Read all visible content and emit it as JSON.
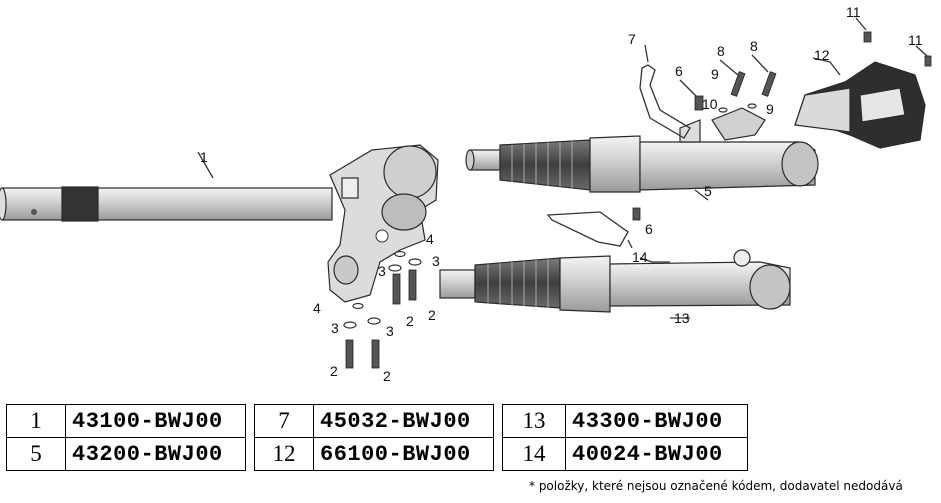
{
  "callouts": {
    "c1": "1",
    "c2a": "2",
    "c2b": "2",
    "c2c": "2",
    "c2d": "2",
    "c3a": "3",
    "c3b": "3",
    "c3c": "3",
    "c3d": "3",
    "c4a": "4",
    "c4b": "4",
    "c5": "5",
    "c6a": "6",
    "c6b": "6",
    "c7": "7",
    "c8a": "8",
    "c8b": "8",
    "c9a": "9",
    "c9b": "9",
    "c10": "10",
    "c11a": "11",
    "c11b": "11",
    "c12": "12",
    "c13": "13",
    "c14": "14"
  },
  "tables": [
    {
      "rows": [
        {
          "no": "1",
          "code": "43100-BWJ00"
        },
        {
          "no": "5",
          "code": "43200-BWJ00"
        }
      ]
    },
    {
      "rows": [
        {
          "no": "7",
          "code": "45032-BWJ00"
        },
        {
          "no": "12",
          "code": "66100-BWJ00"
        }
      ]
    },
    {
      "rows": [
        {
          "no": "13",
          "code": "43300-BWJ00"
        },
        {
          "no": "14",
          "code": "40024-BWJ00"
        }
      ]
    }
  ],
  "footnote": "* položky, které nejsou označené kódem, dodavatel nedodává",
  "colors": {
    "line": "#333333",
    "fill": "#d9d9d9",
    "dark": "#555555"
  }
}
